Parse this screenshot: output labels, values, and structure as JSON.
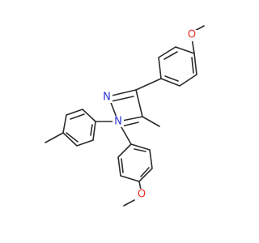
{
  "colors": {
    "bond": "#2b2b2b",
    "oxygen": "#e8302a",
    "nitrogen": "#2f34d6",
    "background": "#ffffff"
  },
  "atoms": {
    "n2": {
      "symbol": "N"
    },
    "n1": {
      "symbol": "N"
    },
    "o_top": {
      "symbol": "O"
    },
    "o_bottom": {
      "symbol": "O"
    }
  }
}
